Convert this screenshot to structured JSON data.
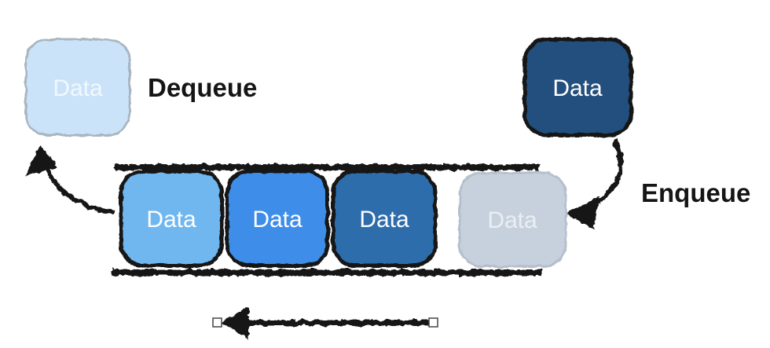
{
  "diagram": {
    "type": "queue-data-structure",
    "background": "#ffffff",
    "ink_color": "#151515",
    "labels": {
      "dequeue": "Dequeue",
      "enqueue": "Enqueue"
    },
    "dequeued_box": {
      "label": "Data",
      "fill": "#cae3f8",
      "border": "#a9b6c2",
      "text_color": "#f2f8fd"
    },
    "incoming_box": {
      "label": "Data",
      "fill": "#204f7d",
      "border": "#141414",
      "text_color": "#ffffff"
    },
    "queue_boxes": [
      {
        "label": "Data",
        "fill": "#6fb7f0",
        "border": "#141414",
        "text_color": "#ffffff"
      },
      {
        "label": "Data",
        "fill": "#3d8de9",
        "border": "#141414",
        "text_color": "#ffffff"
      },
      {
        "label": "Data",
        "fill": "#2e6dab",
        "border": "#141414",
        "text_color": "#ffffff"
      },
      {
        "label": "Data",
        "fill": "#c7d1dd",
        "border": "#b6c0cc",
        "text_color": "#e9eef4"
      }
    ],
    "selection_handle_color": "#ffffff",
    "selection_handle_border": "#444444"
  }
}
